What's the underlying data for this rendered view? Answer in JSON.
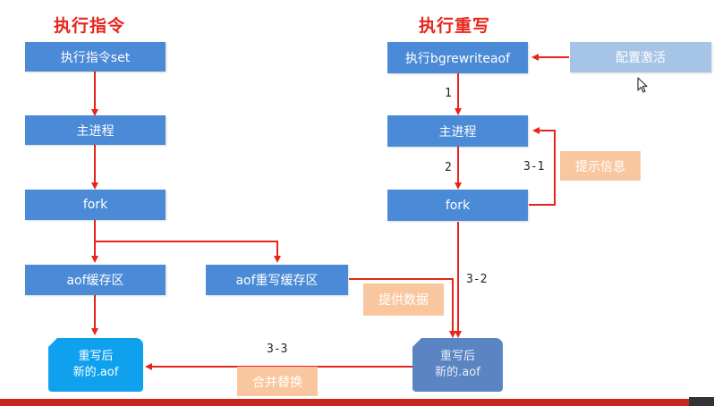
{
  "left": {
    "title": "执行指令",
    "exec": "执行指令set",
    "main": "主进程",
    "fork": "fork",
    "aof_buf": "aof缓存区",
    "rewrite_buf": "aof重写缓存区",
    "file_line1": "重写后",
    "file_line2": "新的.aof"
  },
  "right": {
    "title": "执行重写",
    "exec": "执行bgrewriteaof",
    "config": "配置激活",
    "main": "主进程",
    "fork": "fork",
    "file_line1": "重写后",
    "file_line2": "新的.aof"
  },
  "notes": {
    "hint": "提示信息",
    "provide": "提供数据",
    "merge": "合并替换"
  },
  "labels": {
    "step1": "1",
    "step2": "2",
    "step3_1": "3-1",
    "step3_2": "3-2",
    "step3_3": "3-3"
  },
  "colors": {
    "box": "#4a8ad6",
    "box_light": "#a6c5e6",
    "note": "#f9c79f",
    "arrow": "#e8251c",
    "title": "#e8251c",
    "file_bright": "#0fa0ee",
    "file_dark": "#5a84c2"
  }
}
